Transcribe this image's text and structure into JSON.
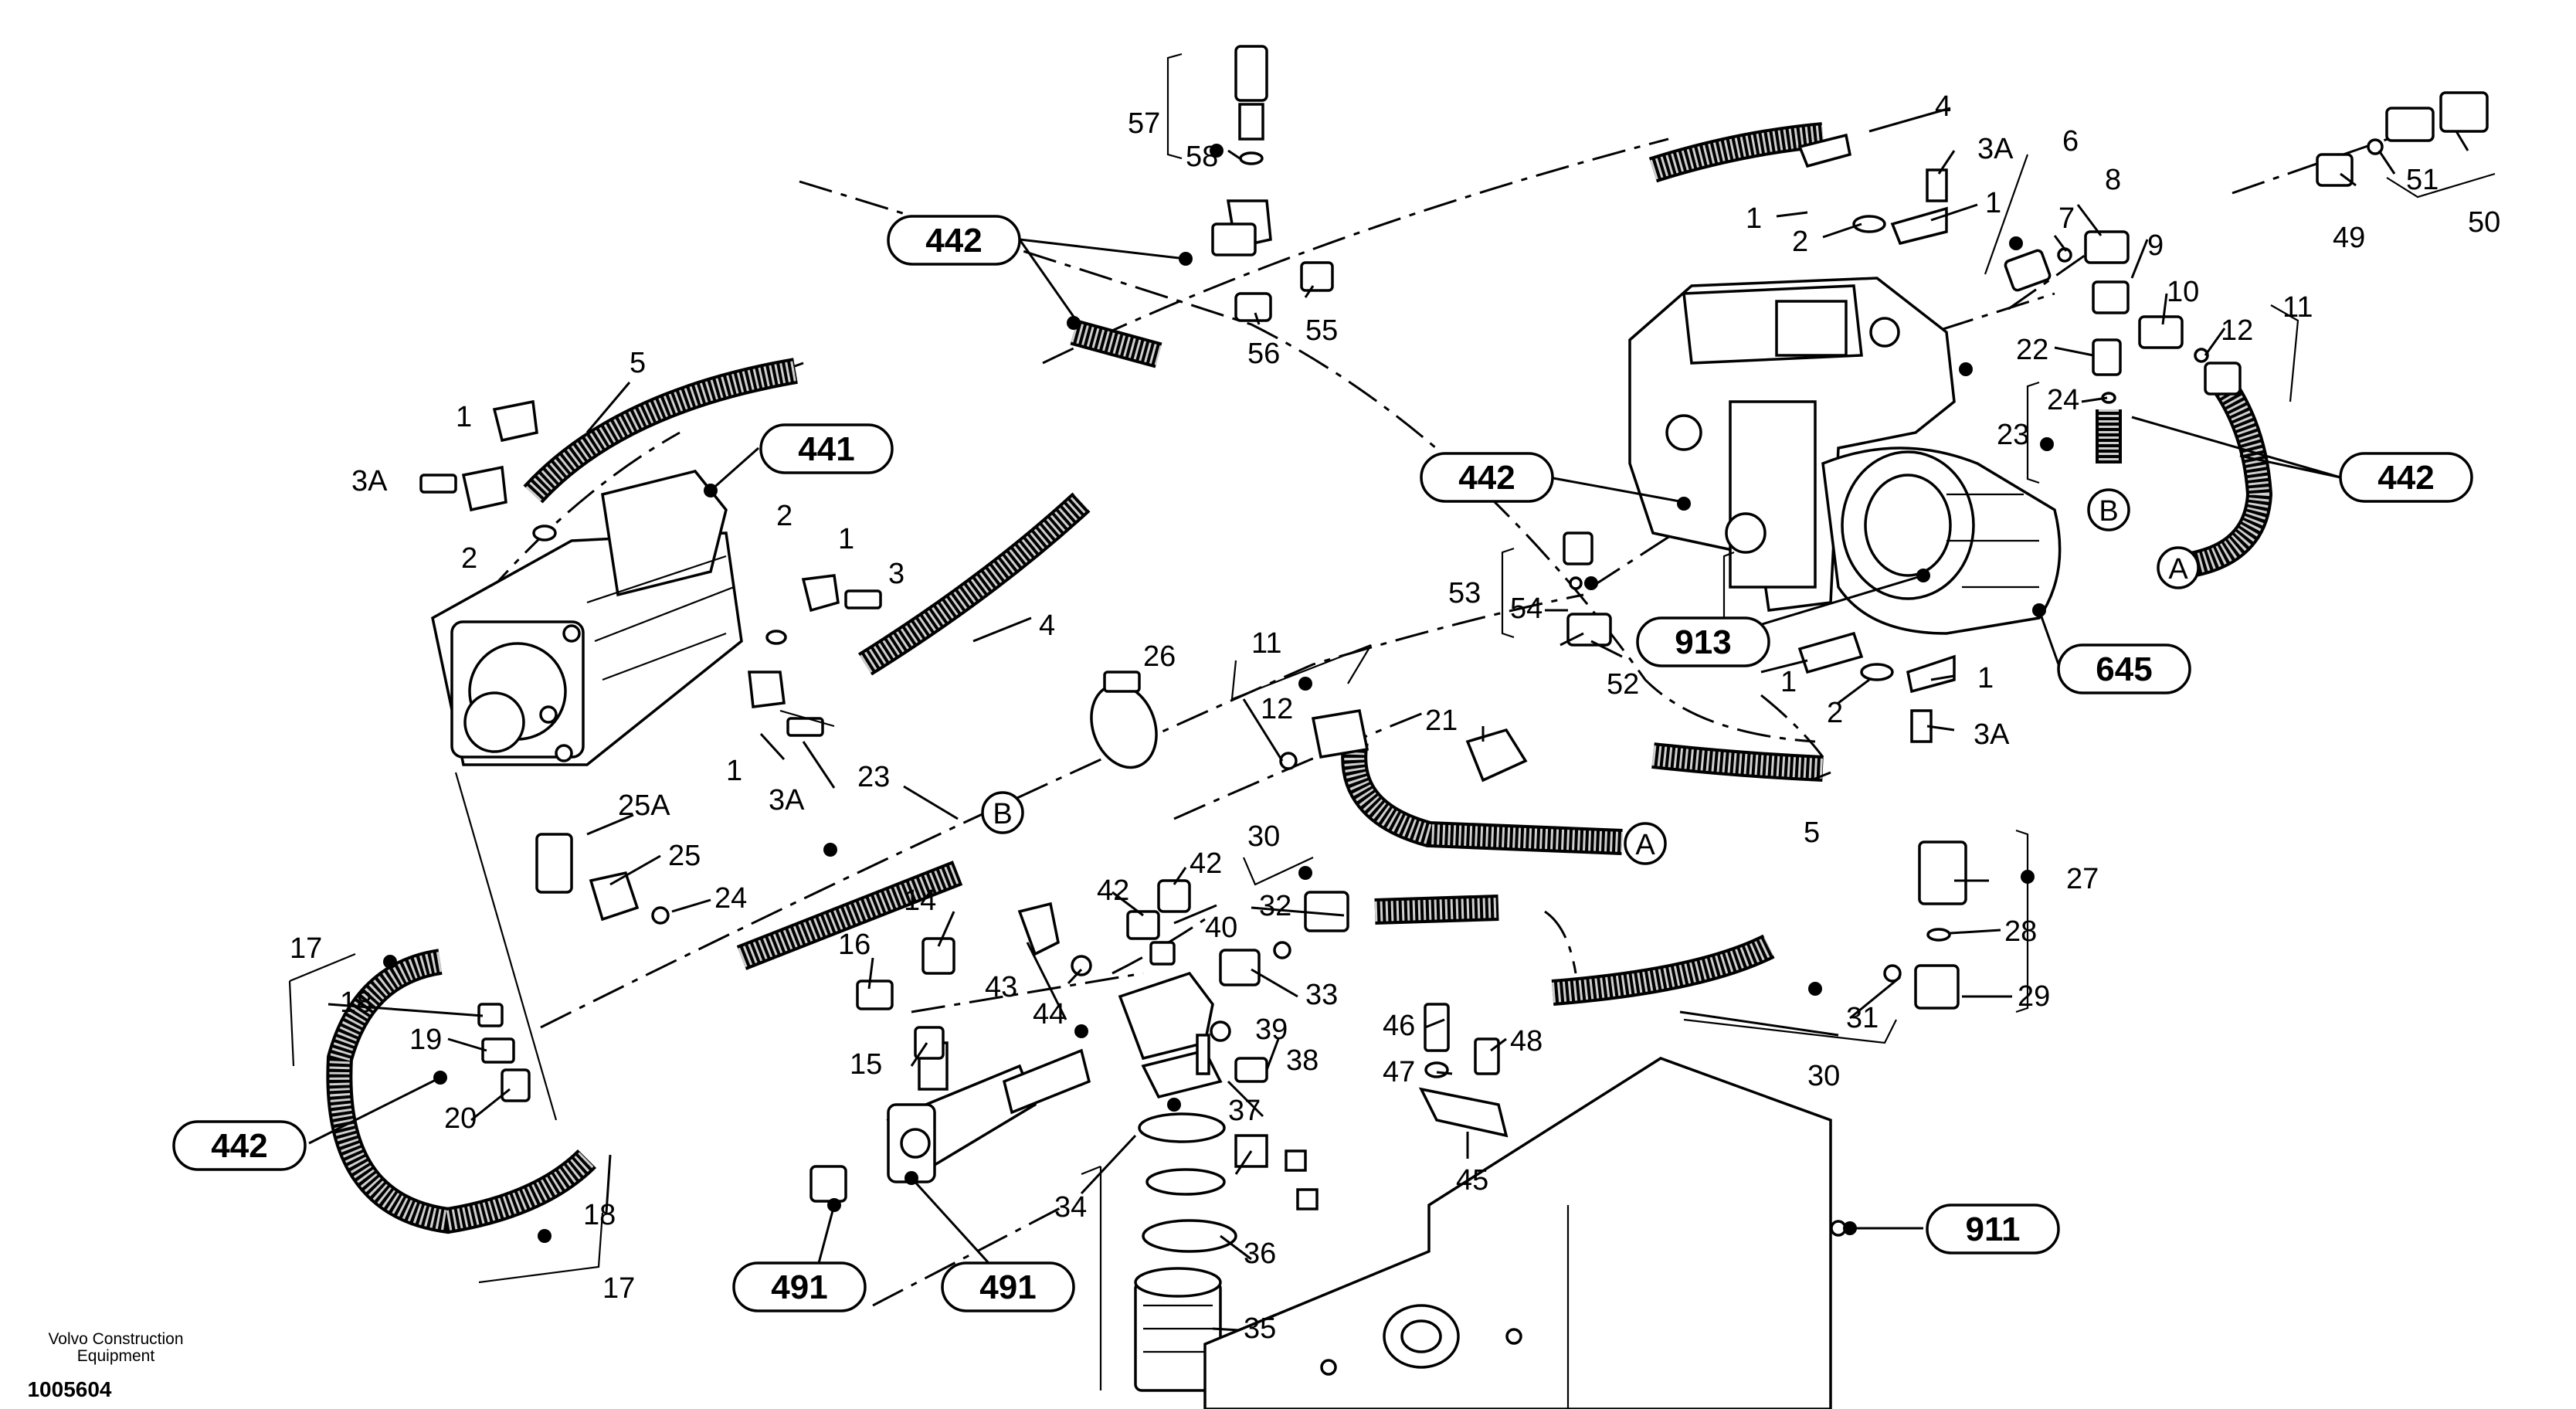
{
  "part_numbers": {
    "p1": "1",
    "p2": "2",
    "p3": "3",
    "p3a": "3A",
    "p4": "4",
    "p5": "5",
    "p6": "6",
    "p7": "7",
    "p8": "8",
    "p9": "9",
    "p10": "10",
    "p11": "11",
    "p12": "12",
    "p14": "14",
    "p15": "15",
    "p16": "16",
    "p17": "17",
    "p18": "18",
    "p19": "19",
    "p20": "20",
    "p21": "21",
    "p22": "22",
    "p23": "23",
    "p24": "24",
    "p25": "25",
    "p25a": "25A",
    "p26": "26",
    "p27": "27",
    "p28": "28",
    "p29": "29",
    "p30": "30",
    "p31": "31",
    "p32": "32",
    "p33": "33",
    "p34": "34",
    "p35": "35",
    "p36": "36",
    "p37": "37",
    "p38": "38",
    "p39": "39",
    "p40": "40",
    "p42": "42",
    "p43": "43",
    "p44": "44",
    "p45": "45",
    "p46": "46",
    "p47": "47",
    "p48": "48",
    "p49": "49",
    "p50": "50",
    "p51": "51",
    "p52": "52",
    "p53": "53",
    "p54": "54",
    "p55": "55",
    "p56": "56",
    "p57": "57",
    "p58": "58"
  },
  "group_refs": {
    "g441": "441",
    "g442": "442",
    "g491": "491",
    "g645": "645",
    "g911": "911",
    "g913": "913"
  },
  "connectors": {
    "a": "A",
    "b": "B"
  },
  "footer": {
    "brand_line1": "Volvo Construction",
    "brand_line2": "Equipment",
    "drawing_number": "1005604"
  }
}
